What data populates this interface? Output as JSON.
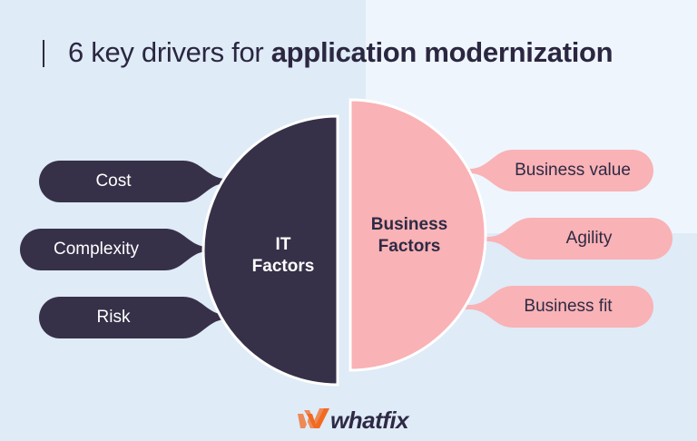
{
  "title": {
    "prefix": "6 key drivers for ",
    "bold": "application modernization"
  },
  "it_factors": {
    "label_line1": "IT",
    "label_line2": "Factors",
    "color": "#363148",
    "items": [
      {
        "label": "Cost"
      },
      {
        "label": "Complexity"
      },
      {
        "label": "Risk"
      }
    ]
  },
  "business_factors": {
    "label_line1": "Business",
    "label_line2": "Factors",
    "color": "#f9b2b5",
    "items": [
      {
        "label": "Business value"
      },
      {
        "label": "Agility"
      },
      {
        "label": "Business fit"
      }
    ]
  },
  "logo": {
    "icon": "whatfix-w-icon",
    "wordmark": "whatfix",
    "accent": "#f26a21"
  }
}
